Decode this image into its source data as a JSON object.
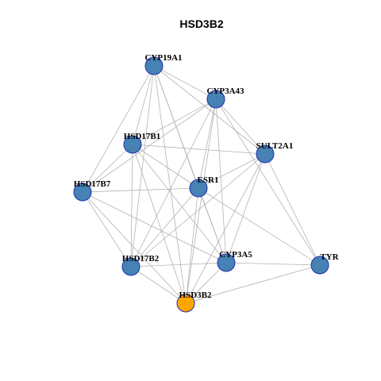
{
  "title": "HSD3B2",
  "colors": {
    "node_default": "#4682b4",
    "node_highlight": "#ffa500",
    "node_border": "#1f2fb0",
    "edge": "#b3b3b3"
  },
  "nodes": [
    {
      "id": "CYP19A1",
      "label": "CYP19A1",
      "highlight": false
    },
    {
      "id": "CYP3A43",
      "label": "CYP3A43",
      "highlight": false
    },
    {
      "id": "HSD17B1",
      "label": "HSD17B1",
      "highlight": false
    },
    {
      "id": "SULT2A1",
      "label": "SULT2A1",
      "highlight": false
    },
    {
      "id": "HSD17B7",
      "label": "HSD17B7",
      "highlight": false
    },
    {
      "id": "ESR1",
      "label": "ESR1",
      "highlight": false
    },
    {
      "id": "HSD17B2",
      "label": "HSD17B2",
      "highlight": false
    },
    {
      "id": "CYP3A5",
      "label": "CYP3A5",
      "highlight": false
    },
    {
      "id": "TYR",
      "label": "TYR",
      "highlight": false
    },
    {
      "id": "HSD3B2",
      "label": "HSD3B2",
      "highlight": true
    }
  ],
  "edges": [
    [
      "CYP19A1",
      "CYP3A43"
    ],
    [
      "CYP19A1",
      "HSD17B1"
    ],
    [
      "CYP19A1",
      "SULT2A1"
    ],
    [
      "CYP19A1",
      "HSD17B7"
    ],
    [
      "CYP19A1",
      "ESR1"
    ],
    [
      "CYP19A1",
      "HSD17B2"
    ],
    [
      "CYP19A1",
      "CYP3A5"
    ],
    [
      "CYP19A1",
      "HSD3B2"
    ],
    [
      "CYP3A43",
      "HSD17B1"
    ],
    [
      "CYP3A43",
      "SULT2A1"
    ],
    [
      "CYP3A43",
      "HSD17B7"
    ],
    [
      "CYP3A43",
      "ESR1"
    ],
    [
      "CYP3A43",
      "HSD17B2"
    ],
    [
      "CYP3A43",
      "CYP3A5"
    ],
    [
      "CYP3A43",
      "TYR"
    ],
    [
      "CYP3A43",
      "HSD3B2"
    ],
    [
      "HSD17B1",
      "SULT2A1"
    ],
    [
      "HSD17B1",
      "HSD17B7"
    ],
    [
      "HSD17B1",
      "ESR1"
    ],
    [
      "HSD17B1",
      "HSD17B2"
    ],
    [
      "HSD17B1",
      "CYP3A5"
    ],
    [
      "HSD17B1",
      "HSD3B2"
    ],
    [
      "SULT2A1",
      "ESR1"
    ],
    [
      "SULT2A1",
      "HSD17B2"
    ],
    [
      "SULT2A1",
      "CYP3A5"
    ],
    [
      "SULT2A1",
      "TYR"
    ],
    [
      "SULT2A1",
      "HSD3B2"
    ],
    [
      "HSD17B7",
      "ESR1"
    ],
    [
      "HSD17B7",
      "HSD17B2"
    ],
    [
      "HSD17B7",
      "CYP3A5"
    ],
    [
      "HSD17B7",
      "HSD3B2"
    ],
    [
      "ESR1",
      "HSD17B2"
    ],
    [
      "ESR1",
      "CYP3A5"
    ],
    [
      "ESR1",
      "TYR"
    ],
    [
      "ESR1",
      "HSD3B2"
    ],
    [
      "HSD17B2",
      "CYP3A5"
    ],
    [
      "HSD17B2",
      "HSD3B2"
    ],
    [
      "CYP3A5",
      "TYR"
    ],
    [
      "CYP3A5",
      "HSD3B2"
    ],
    [
      "TYR",
      "HSD3B2"
    ]
  ]
}
